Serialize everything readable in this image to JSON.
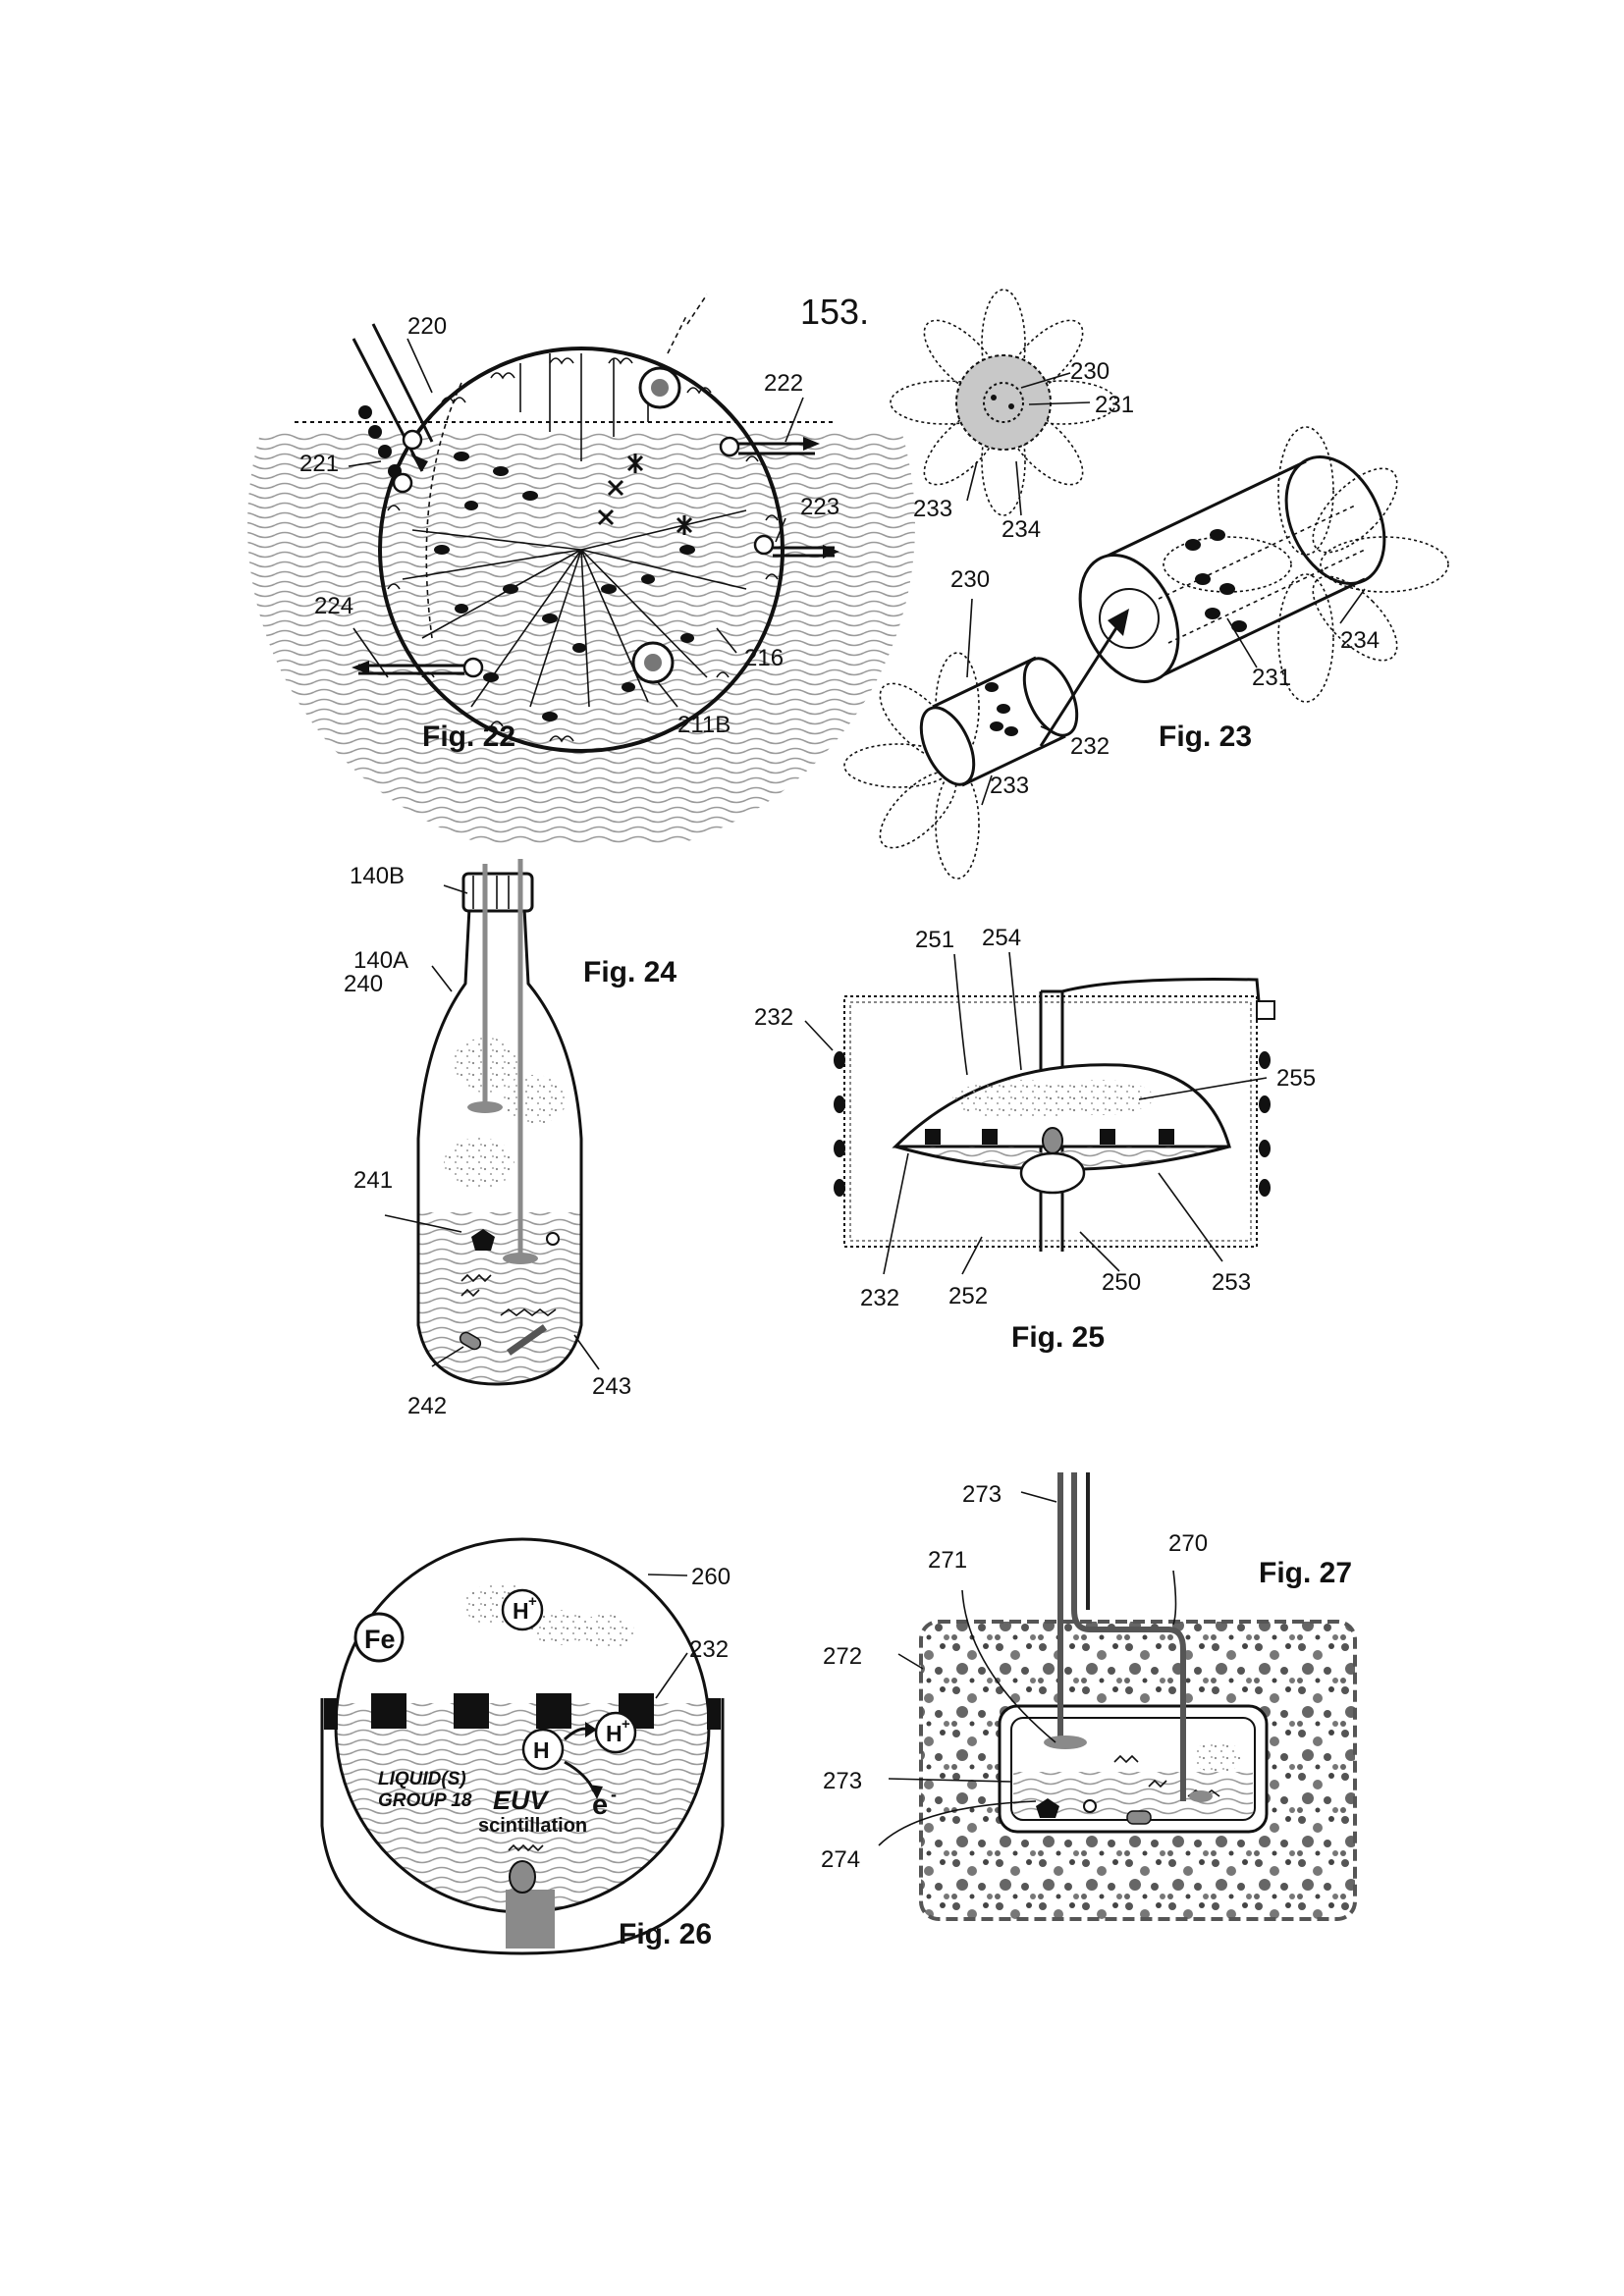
{
  "page": {
    "number": "153."
  },
  "fig22": {
    "label": "Fig. 22",
    "refs": {
      "r220": "220",
      "r221": "221",
      "r222": "222",
      "r223": "223",
      "r224": "224",
      "r216": "216",
      "r211B": "211B"
    }
  },
  "fig23": {
    "label": "Fig. 23",
    "refs": {
      "r230a": "230",
      "r231a": "231",
      "r233a": "233",
      "r234a": "234",
      "r230b": "230",
      "r232": "232",
      "r233b": "233",
      "r231b": "231",
      "r234b": "234"
    }
  },
  "fig24": {
    "label": "Fig. 24",
    "refs": {
      "r140B": "140B",
      "r140A": "140A",
      "r240": "240",
      "r241": "241",
      "r242": "242",
      "r243": "243"
    }
  },
  "fig25": {
    "label": "Fig. 25",
    "refs": {
      "r251": "251",
      "r254": "254",
      "r232a": "232",
      "r255": "255",
      "r232b": "232",
      "r252": "252",
      "r250": "250",
      "r253": "253"
    }
  },
  "fig26": {
    "label": "Fig. 26",
    "refs": {
      "r260": "260",
      "r232": "232"
    },
    "text": {
      "fe": "Fe",
      "h_plus": "H",
      "plus": "+",
      "h": "H",
      "liquid": "LIQUID(S)",
      "group": "GROUP 18",
      "euv": "EUV",
      "electron": "e",
      "minus": "-",
      "scint": "scintillation"
    }
  },
  "fig27": {
    "label": "Fig. 27",
    "refs": {
      "r273a": "273",
      "r271": "271",
      "r270": "270",
      "r272": "272",
      "r273b": "273",
      "r274": "274"
    }
  }
}
